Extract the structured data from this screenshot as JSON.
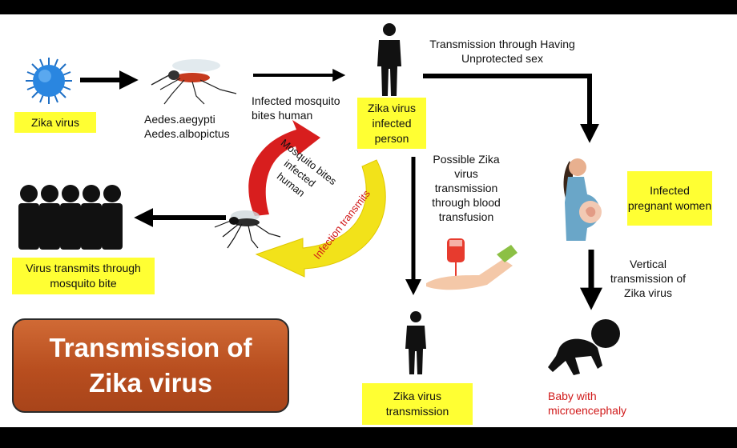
{
  "virus_label": "Zika virus",
  "mosquito_species": [
    "Aedes.aegypti",
    "Aedes.albopictus"
  ],
  "step_infected_mosquito_bites": "Infected mosquito bites human",
  "infected_person_label": "Zika virus infected person",
  "sexual_transmission": "Transmission through Having Unprotected sex",
  "infected_pregnant_label": "Infected pregnant women",
  "vertical_transmission": "Vertical transmission of Zika virus",
  "baby_label": "Baby with microencephaly",
  "blood_transfusion": "Possible Zika virus transmission through blood transfusion",
  "transmission_label": "Zika virus transmission",
  "cycle_mosquito_bites": "Mosquito bites infected human",
  "cycle_infection_transmits": "Infection transmits",
  "crowd_label": "Virus transmits through mosquito bite",
  "title": "Transmission of Zika virus",
  "colors": {
    "label_bg": "#ffff33",
    "title_bg": "#b84e1f",
    "cycle_red": "#d81e1e",
    "cycle_yellow": "#f2e21a",
    "alert_text": "#d01818"
  }
}
